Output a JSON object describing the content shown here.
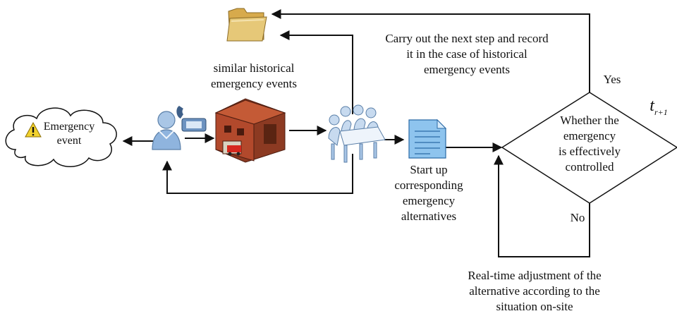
{
  "labels": {
    "emergency_event": [
      "Emergency",
      "event"
    ],
    "similar_events": [
      "similar historical",
      "emergency events"
    ],
    "carry_out": [
      "Carry out the next step and record",
      "it in the case of historical",
      "emergency events"
    ],
    "decision": [
      "Whether the",
      "emergency",
      "is effectively",
      "controlled"
    ],
    "yes": "Yes",
    "no": "No",
    "time_var": "t",
    "time_sub": "r+1",
    "start_up": [
      "Start up",
      "corresponding",
      "emergency",
      "alternatives"
    ],
    "realtime": [
      "Real-time adjustment of the",
      "alternative according to the",
      "situation on-site"
    ]
  },
  "icons": {
    "cloud": "cloud-icon",
    "warning": "warning-icon",
    "folder": "folder-icon",
    "operator": "operator-icon",
    "telephone": "telephone-icon",
    "fire_station": "fire-station-icon",
    "meeting": "meeting-icon",
    "document": "document-icon"
  },
  "colors": {
    "line": "#111111",
    "folder": "#e6c878",
    "document": "#8ec4ee",
    "building": "#b2492c",
    "warning": "#f2d22e"
  }
}
